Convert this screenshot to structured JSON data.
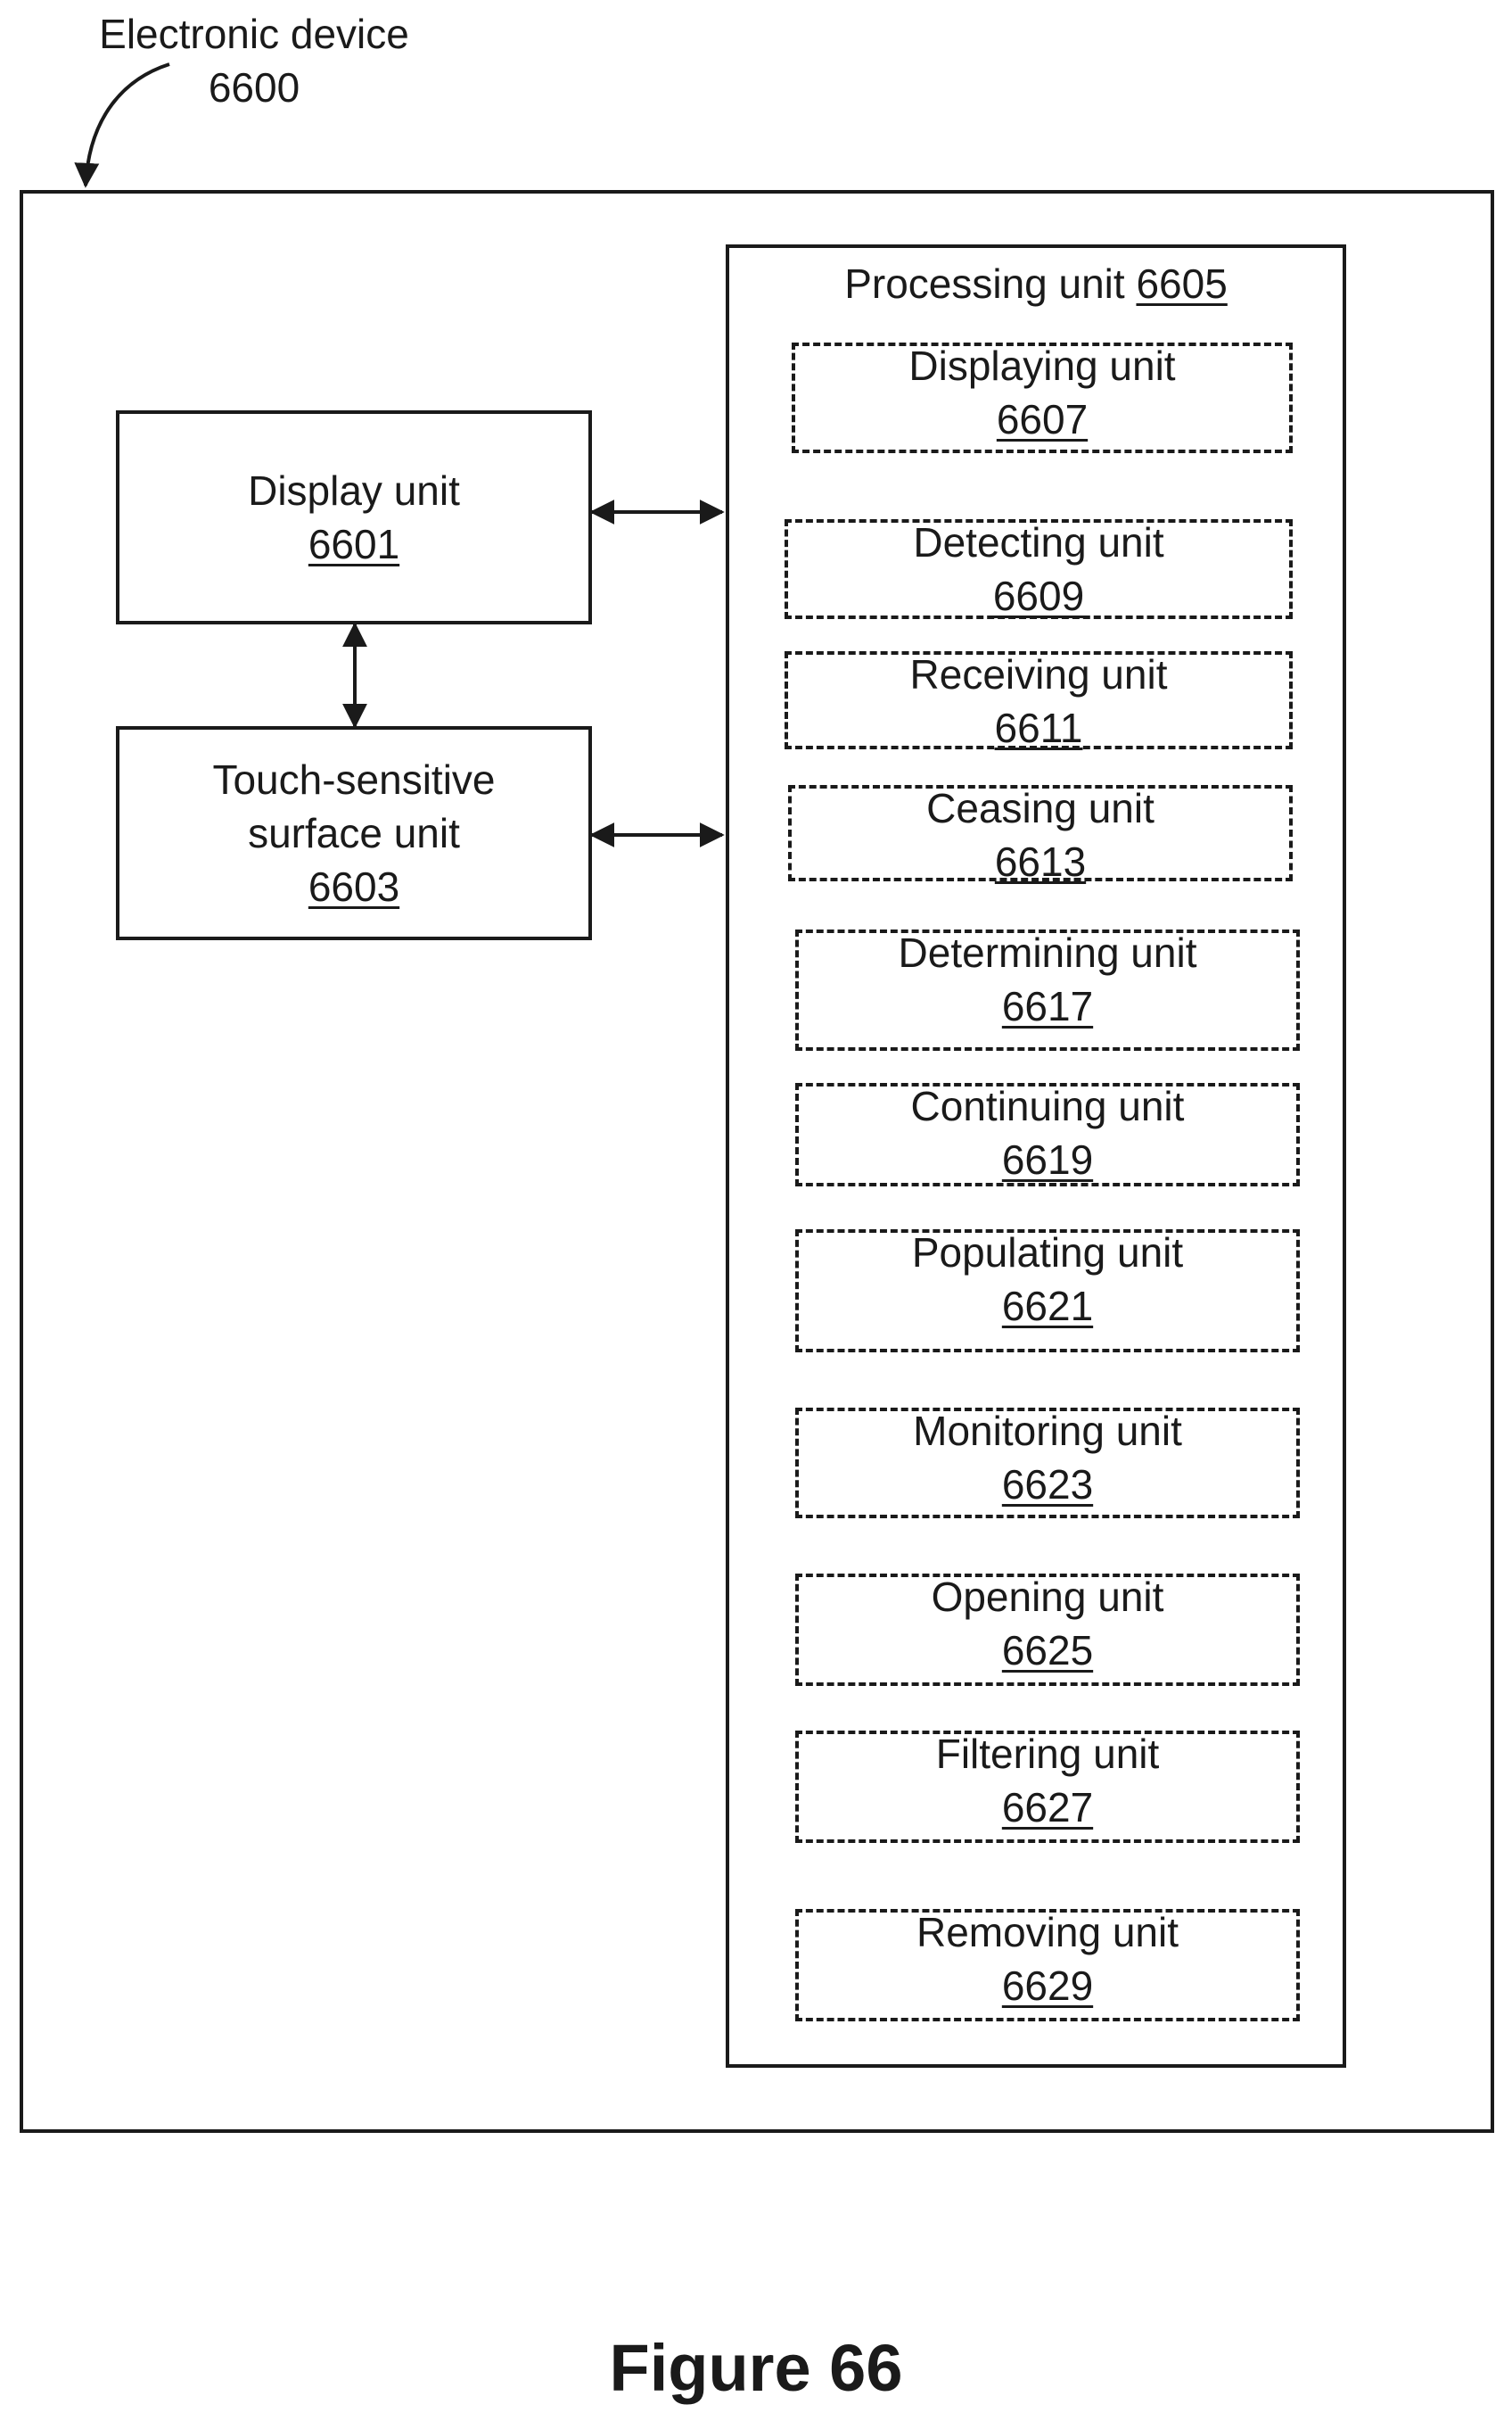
{
  "device": {
    "label": "Electronic device",
    "number": "6600"
  },
  "display_unit": {
    "label": "Display unit",
    "number": "6601"
  },
  "touch_unit": {
    "label_line1": "Touch-sensitive",
    "label_line2": "surface unit",
    "number": "6603"
  },
  "processing_unit": {
    "label": "Processing unit",
    "number": "6605",
    "units": [
      {
        "label": "Displaying unit",
        "number": "6607"
      },
      {
        "label": "Detecting unit",
        "number": "6609"
      },
      {
        "label": "Receiving unit",
        "number": "6611"
      },
      {
        "label": "Ceasing unit",
        "number": "6613"
      },
      {
        "label": "Determining unit",
        "number": "6617"
      },
      {
        "label": "Continuing unit",
        "number": "6619"
      },
      {
        "label": "Populating unit",
        "number": "6621"
      },
      {
        "label": "Monitoring unit",
        "number": "6623"
      },
      {
        "label": "Opening unit",
        "number": "6625"
      },
      {
        "label": "Filtering unit",
        "number": "6627"
      },
      {
        "label": "Removing unit",
        "number": "6629"
      }
    ]
  },
  "caption": "Figure 66"
}
